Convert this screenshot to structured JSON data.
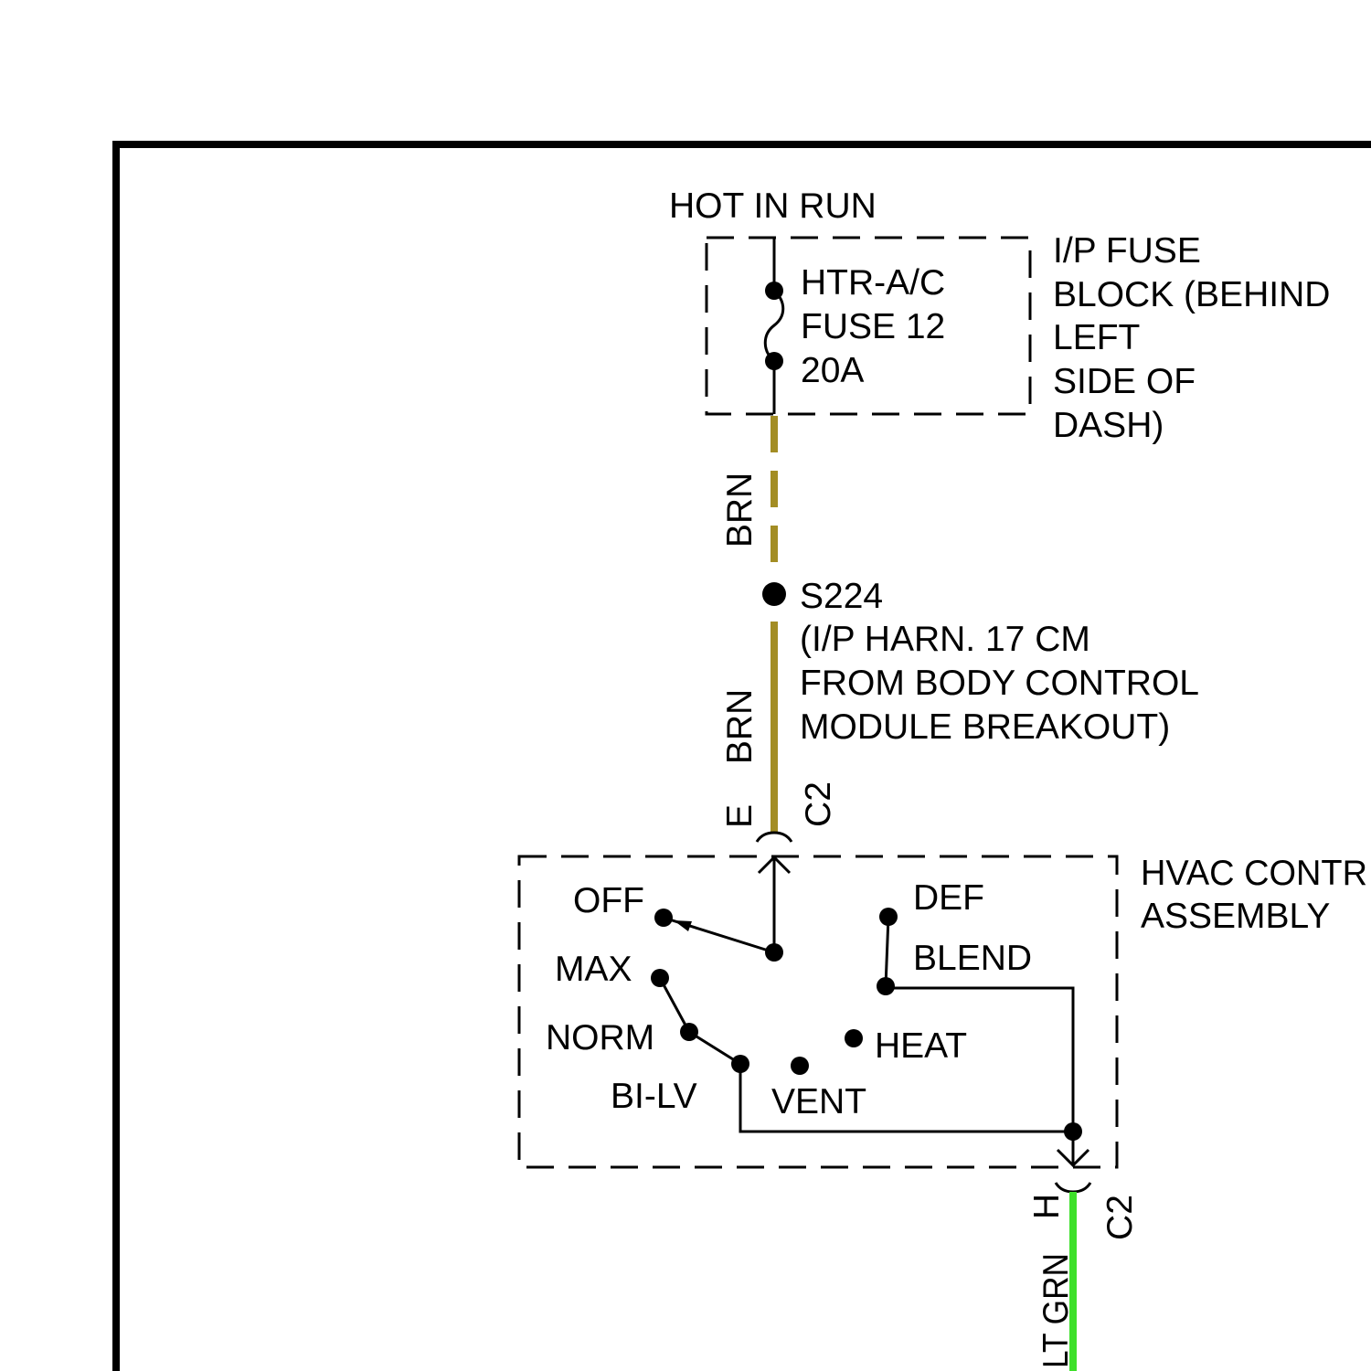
{
  "fuse_block": {
    "supply": "HOT IN RUN",
    "fuse_name": "HTR-A/C",
    "fuse_number": "FUSE 12",
    "fuse_rating": "20A",
    "location_lines": [
      "I/P FUSE",
      "BLOCK (BEHIND",
      "LEFT",
      "SIDE OF",
      "DASH)"
    ]
  },
  "wire_upper": {
    "color_label": "BRN"
  },
  "splice": {
    "id": "S224",
    "description_lines": [
      "(I/P HARN. 17 CM",
      "FROM BODY CONTROL",
      "MODULE BREAKOUT)"
    ]
  },
  "wire_middle": {
    "color_label": "BRN"
  },
  "connector_in": {
    "pin": "E",
    "connector": "C2"
  },
  "hvac": {
    "title_lines": [
      "HVAC CONTR",
      "ASSEMBLY"
    ],
    "positions": {
      "off": "OFF",
      "max": "MAX",
      "norm": "NORM",
      "bi_lv": "BI-LV",
      "vent": "VENT",
      "heat": "HEAT",
      "def": "DEF",
      "blend": "BLEND"
    }
  },
  "connector_out": {
    "pin": "H",
    "connector": "C2"
  },
  "wire_lower": {
    "color_label": "LT GRN"
  },
  "colors": {
    "brown_wire": "#a38d24",
    "green_wire": "#3ee02a",
    "line": "#000000"
  }
}
